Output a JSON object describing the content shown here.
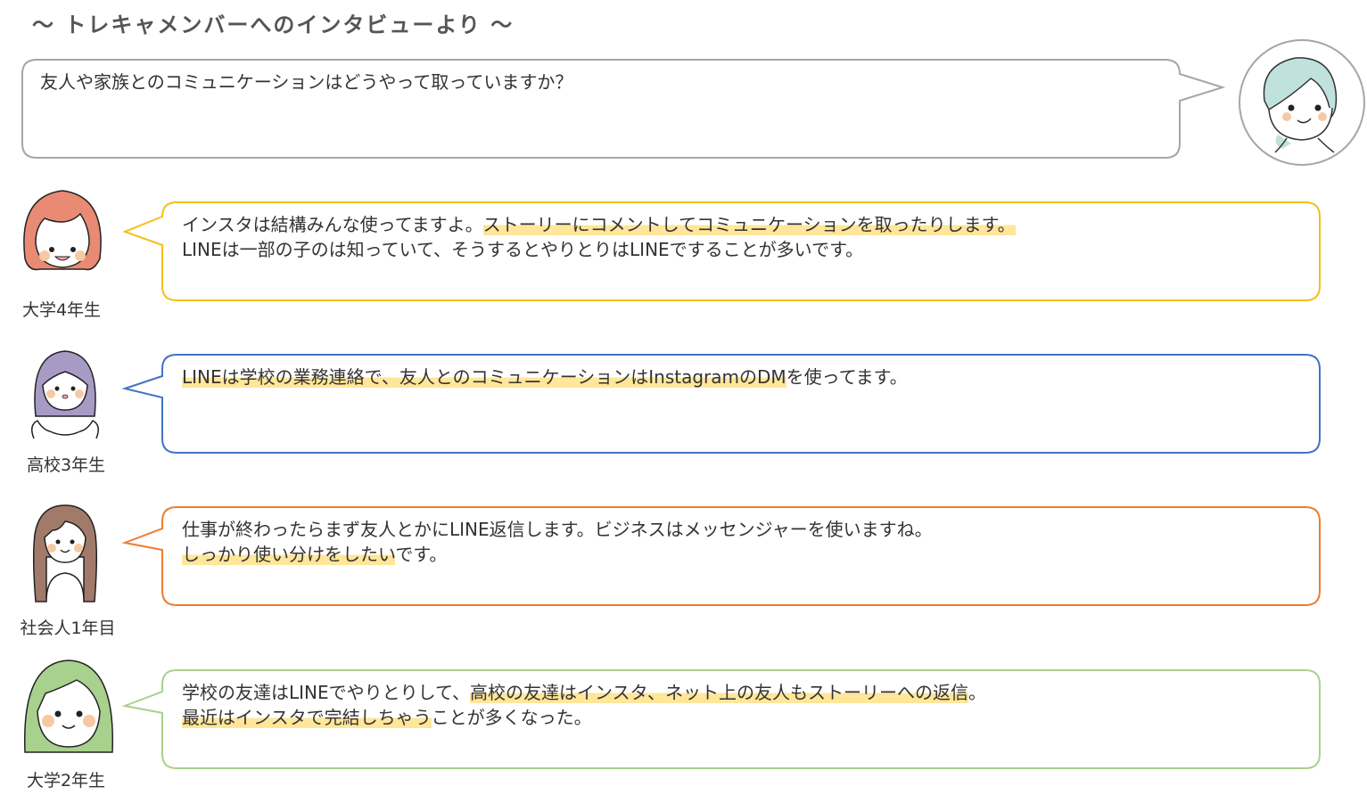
{
  "title": "〜 トレキャメンバーへのインタビューより 〜",
  "question": {
    "text": "友人や家族とのコミュニケーションはどうやって取っていますか？"
  },
  "answers": [
    {
      "role": "大学4年生",
      "color": "#f5bf1a",
      "lines": [
        [
          {
            "text": "インスタは結構みんな使ってますよ。"
          },
          {
            "text": "ストーリーにコメントしてコミュニケーションを取ったりします。"
          }
        ],
        [
          {
            "text": "LINEは一部の子のは知っていて、そうするとやりとりはLINEですることが多いです。"
          }
        ]
      ]
    },
    {
      "role": "高校3年生",
      "color": "#4472c4",
      "lines": [
        [
          {
            "text": "LINEは学校の業務連絡で、友人とのコミュニケーションはInstagramのDM"
          },
          {
            "text": "を使ってます。"
          }
        ]
      ]
    },
    {
      "role": "社会人1年目",
      "color": "#ed7d31",
      "lines": [
        [
          {
            "text": "仕事が終わったらまず友人とかにLINE返信します。ビジネスはメッセンジャーを使いますね。"
          }
        ],
        [
          {
            "text": "しっかり使い分けをしたい"
          },
          {
            "text": "です。"
          }
        ]
      ]
    },
    {
      "role": "大学2年生",
      "color": "#a9d18e",
      "lines": [
        [
          {
            "text": "学校の友達はLINEでやりとりして、"
          },
          {
            "text": "高校の友達はインスタ、ネット上の友人もストーリーへの返信"
          },
          {
            "text": "。"
          }
        ],
        [
          {
            "text": "最近はインスタで完結しちゃう"
          },
          {
            "text": "ことが多くなった。"
          }
        ]
      ]
    }
  ]
}
